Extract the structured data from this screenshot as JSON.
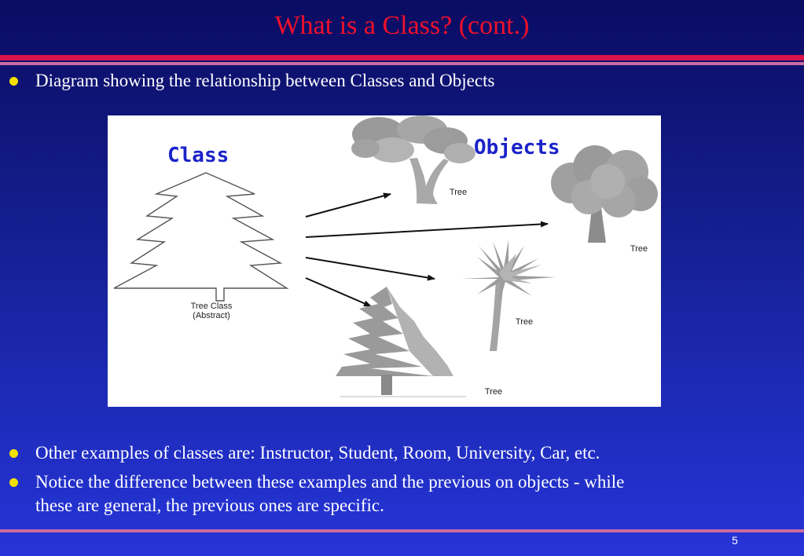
{
  "slide": {
    "title": "What is a Class?  (cont.)",
    "page_number": "5",
    "accent_colors": {
      "title": "#f0102a",
      "bullet": "#f4e000",
      "rule": "#d8124a"
    }
  },
  "bullets": [
    {
      "text": "Diagram showing the relationship between Classes and Objects"
    },
    {
      "text": "Other examples of classes are: Instructor, Student, Room, University, Car, etc."
    },
    {
      "lines": [
        "Notice the difference between these examples and the previous on objects - while",
        "these are general, the previous ones are specific."
      ]
    }
  ],
  "diagram": {
    "class_heading": "Class",
    "objects_heading": "Objects",
    "class_caption_line1": "Tree Class",
    "class_caption_line2": "(Abstract)",
    "object_labels": [
      "Tree",
      "Tree",
      "Tree",
      "Tree"
    ]
  }
}
